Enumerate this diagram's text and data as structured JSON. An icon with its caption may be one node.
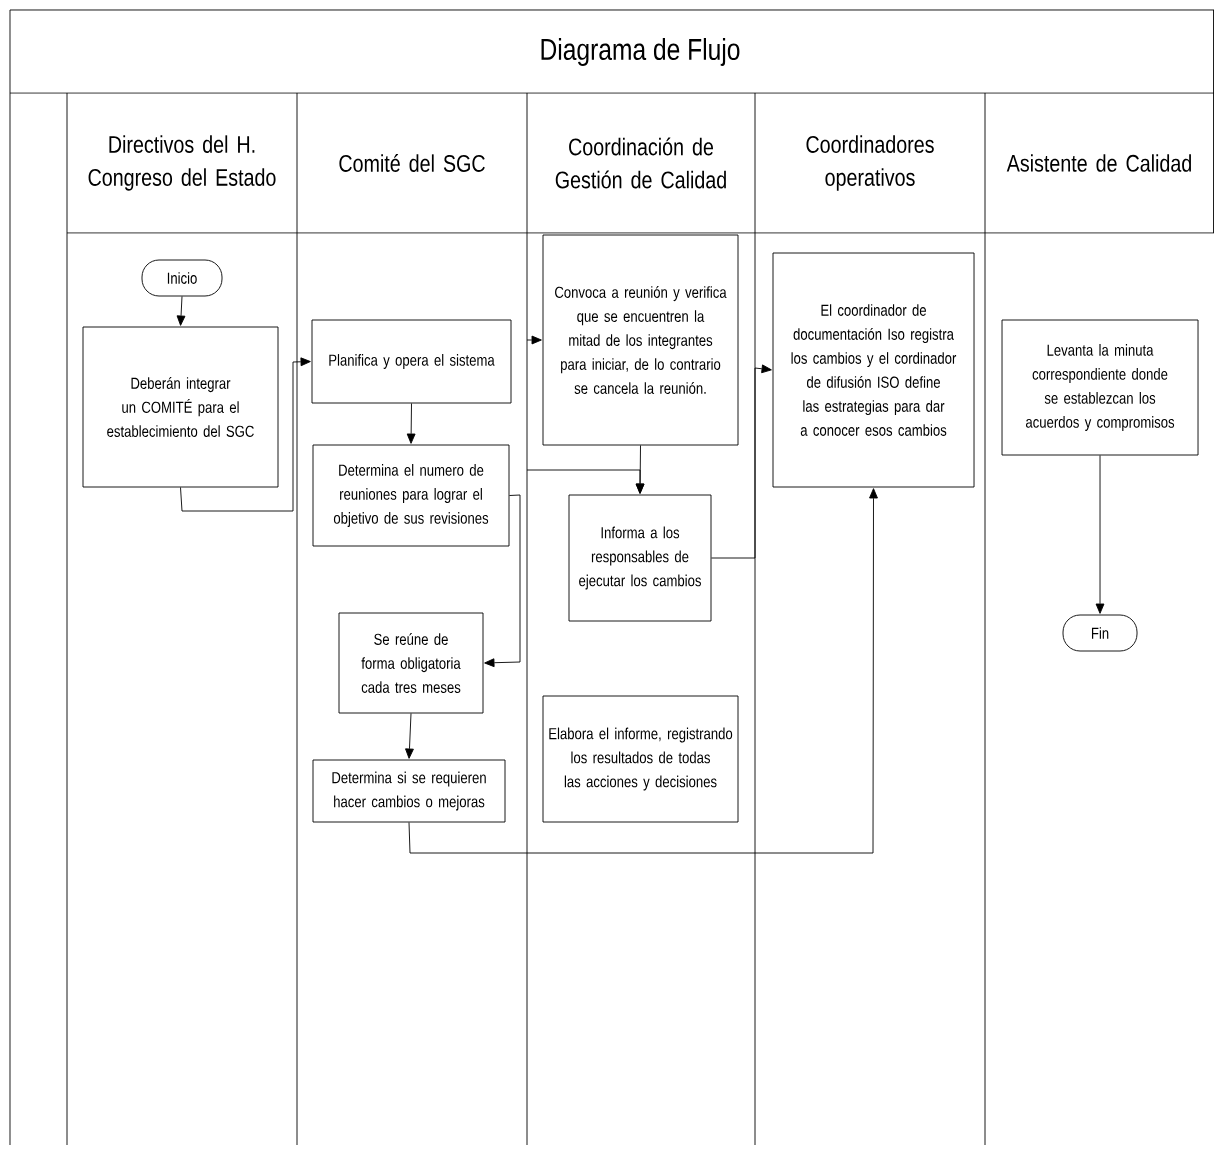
{
  "diagram": {
    "title": "Diagrama de Flujo",
    "nodes": [
      {
        "text": [
          "Inicio"
        ]
      },
      {
        "text": [
          "Deberán integrar un COMITÉ para el establecimiento del SGC"
        ]
      },
      {
        "text": [
          "Planifica y opera el sistema"
        ]
      },
      {
        "text": [
          "Determina el numero de reuniones para lograr el objetivo de sus revisiones"
        ]
      },
      {
        "text": [
          "Se reúne de forma obligatoria cada tres meses"
        ]
      },
      {
        "text": [
          "Determina si se requieren hacer cambios o mejoras"
        ]
      },
      {
        "text": [
          "Convoca a reunión y verifica que se encuentren la mitad de los integrantes para iniciar, de lo contrario se cancela la reunión."
        ]
      },
      {
        "text": [
          "Informa a los responsables de ejecutar los cambios"
        ]
      },
      {
        "text": [
          "Elabora el informe, registrando los resultados de todas las acciones y decisiones"
        ]
      },
      {
        "text": [
          "El coordinador de documentación Iso registra los cambios y el cordinador de difusión ISO define las estrategias para dar a conocer esos cambios"
        ]
      },
      {
        "text": [
          "Levanta la minuta correspondiente donde se establezcan los acuerdos y compromisos"
        ]
      },
      {
        "text": [
          "Fin"
        ]
      }
    ],
    "edges": [
      {
        "from": 0,
        "to": 1,
        "arrow": "to"
      },
      {
        "from": 1,
        "to": 2,
        "arrow": "to"
      },
      {
        "from": 2,
        "to": 3,
        "arrow": "to"
      },
      {
        "from": 3,
        "to": 4,
        "arrow": "to"
      },
      {
        "from": 4,
        "to": 5,
        "arrow": "to"
      },
      {
        "from": null,
        "to": 6,
        "arrow": "to"
      },
      {
        "from": 6,
        "to": 7,
        "arrow": "to"
      },
      {
        "from": null,
        "to": 7,
        "arrow": "to"
      },
      {
        "from": 7,
        "to": 9,
        "arrow": "to"
      },
      {
        "from": 5,
        "to": 9,
        "arrow": "to"
      },
      {
        "from": 10,
        "to": 11,
        "arrow": "to"
      }
    ],
    "labels": [
      "Directivos del  H. Congreso del Estado",
      "Comité del SGC",
      "Coordinación  de Gestión de Calidad",
      "Coordinadores operativos",
      "Asistente de Calidad"
    ]
  }
}
